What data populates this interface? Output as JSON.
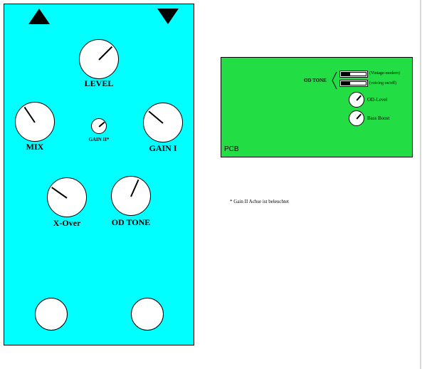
{
  "pedal": {
    "knobs": {
      "level": {
        "label": "LEVEL"
      },
      "mix": {
        "label": "MIX"
      },
      "gain2": {
        "label": "GAIN II*"
      },
      "gain1": {
        "label": "GAIN I"
      },
      "xover": {
        "label": "X-Over"
      },
      "odtone": {
        "label": "OD TONE"
      }
    },
    "colors": {
      "enclosure": "#00ffff",
      "knob": "#ffffff"
    }
  },
  "pcb": {
    "label": "PCB",
    "od_tone_label": "OD TONE",
    "switch1_label": "(Vintage-modern)",
    "switch2_label": "(voicing on/off)",
    "od_level_label": "OD-Level",
    "bass_boost_label": "Bass Boost",
    "color": "#22dd44"
  },
  "footnote": "* Gain II Achse ist beleuchtet"
}
